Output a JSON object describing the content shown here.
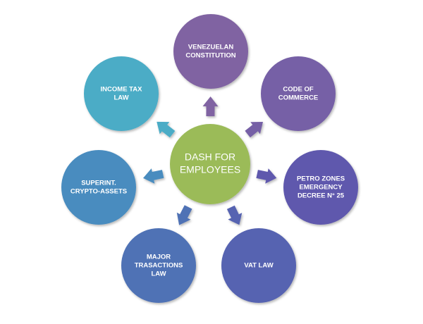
{
  "center": {
    "lines": [
      "DASH FOR",
      "EMPLOYEES"
    ],
    "color": "#9bbb59"
  },
  "nodes": [
    {
      "id": "venezuelan-constitution",
      "lines": [
        "VENEZUELAN",
        "CONSTITUTION"
      ],
      "color": "#8064a2"
    },
    {
      "id": "code-of-commerce",
      "lines": [
        "CODE OF",
        "COMMERCE"
      ],
      "color": "#7661a6"
    },
    {
      "id": "petro-zones-emergency-decree",
      "lines": [
        "PETRO ZONES",
        "EMERGENCY",
        "DECREE N° 25"
      ],
      "color": "#5f59ad"
    },
    {
      "id": "vat-law",
      "lines": [
        "VAT LAW"
      ],
      "color": "#5663b1"
    },
    {
      "id": "major-trasactions-law",
      "lines": [
        "MAJOR",
        "TRASACTIONS",
        "LAW"
      ],
      "color": "#4f72b5"
    },
    {
      "id": "superint-crypto-assets",
      "lines": [
        "SUPERINT.",
        "CRYPTO-ASSETS"
      ],
      "color": "#4a8cbf"
    },
    {
      "id": "income-tax-law",
      "lines": [
        "INCOME  TAX",
        "LAW"
      ],
      "color": "#4bacc6"
    }
  ]
}
